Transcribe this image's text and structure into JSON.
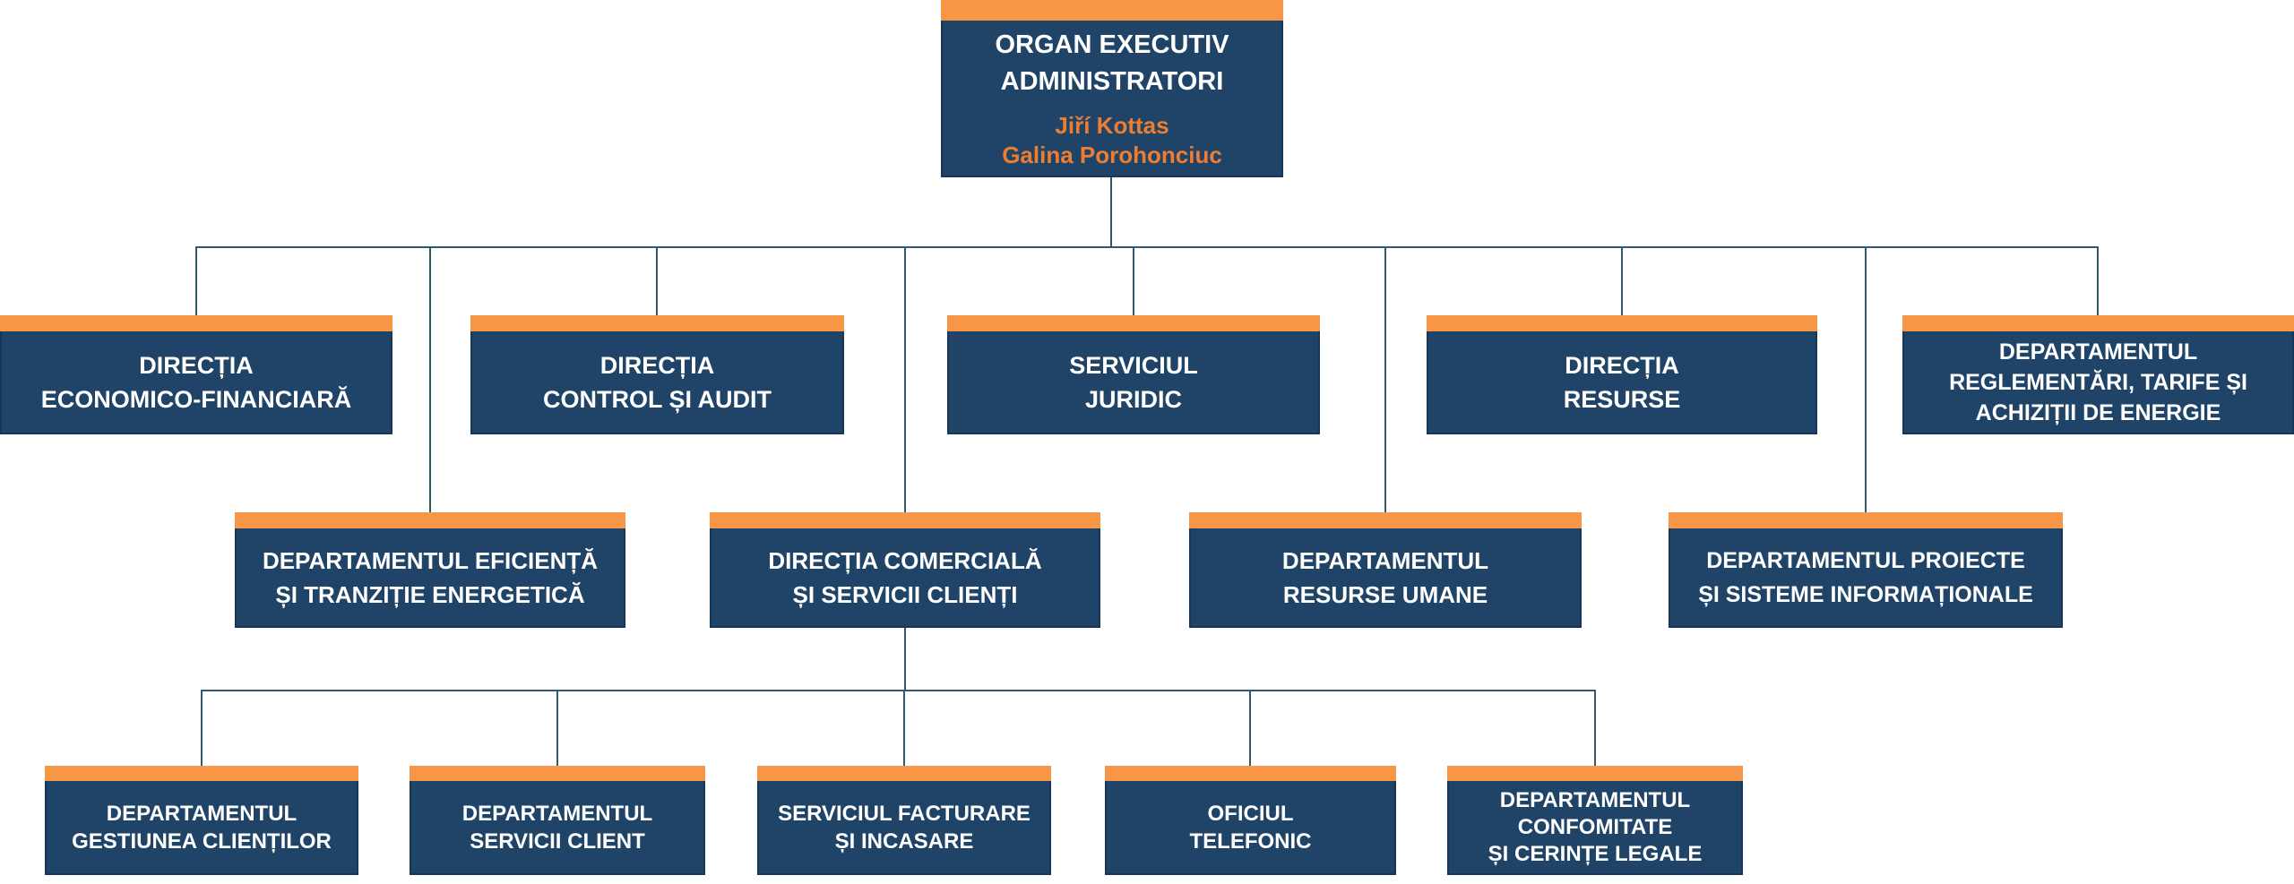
{
  "diagram": {
    "type": "org-chart",
    "root": {
      "id": "organ-executiv",
      "lines": [
        "ORGAN EXECUTIV",
        "ADMINISTRATORI"
      ],
      "people": [
        "Jiří Kottas",
        "Galina Porohonciuc"
      ]
    },
    "row1": [
      {
        "id": "dir-economico-financiara",
        "lines": [
          "DIRECȚIA",
          "ECONOMICO-FINANCIARĂ"
        ]
      },
      {
        "id": "dir-control-audit",
        "lines": [
          "DIRECȚIA",
          "CONTROL ȘI AUDIT"
        ]
      },
      {
        "id": "serviciul-juridic",
        "lines": [
          "SERVICIUL",
          "JURIDIC"
        ]
      },
      {
        "id": "dir-resurse",
        "lines": [
          "DIRECȚIA",
          "RESURSE"
        ]
      },
      {
        "id": "dep-reglementari-tarife-achizitii",
        "lines": [
          "DEPARTAMENTUL",
          "REGLEMENTĂRI, TARIFE ȘI",
          "ACHIZIȚII DE ENERGIE"
        ]
      }
    ],
    "row2": [
      {
        "id": "dep-eficienta-tranzitie",
        "lines": [
          "DEPARTAMENTUL EFICIENȚĂ",
          "ȘI TRANZIȚIE ENERGETICĂ"
        ]
      },
      {
        "id": "dir-comerciala-servicii-clienti",
        "lines": [
          "DIRECȚIA COMERCIALĂ",
          "ȘI SERVICII CLIENȚI"
        ]
      },
      {
        "id": "dep-resurse-umane",
        "lines": [
          "DEPARTAMENTUL",
          "RESURSE UMANE"
        ]
      },
      {
        "id": "dep-proiecte-sisteme",
        "lines": [
          "DEPARTAMENTUL PROIECTE",
          "ȘI SISTEME INFORMAȚIONALE"
        ]
      }
    ],
    "row3": [
      {
        "id": "dep-gestiunea-clientilor",
        "lines": [
          "DEPARTAMENTUL",
          "GESTIUNEA CLIENȚILOR"
        ]
      },
      {
        "id": "dep-servicii-client",
        "lines": [
          "DEPARTAMENTUL",
          "SERVICII CLIENT"
        ]
      },
      {
        "id": "serv-facturare-incasare",
        "lines": [
          "SERVICIUL FACTURARE",
          "ȘI INCASARE"
        ]
      },
      {
        "id": "oficiul-telefonic",
        "lines": [
          "OFICIUL",
          "TELEFONIC"
        ]
      },
      {
        "id": "dep-confomitate-cerinte-legale",
        "lines": [
          "DEPARTAMENTUL",
          "CONFOMITATE",
          "ȘI CERINȚE LEGALE"
        ]
      }
    ],
    "edges": [
      [
        "organ-executiv",
        "dir-economico-financiara"
      ],
      [
        "organ-executiv",
        "dir-control-audit"
      ],
      [
        "organ-executiv",
        "serviciul-juridic"
      ],
      [
        "organ-executiv",
        "dir-resurse"
      ],
      [
        "organ-executiv",
        "dep-reglementari-tarife-achizitii"
      ],
      [
        "organ-executiv",
        "dep-eficienta-tranzitie"
      ],
      [
        "organ-executiv",
        "dir-comerciala-servicii-clienti"
      ],
      [
        "organ-executiv",
        "dep-resurse-umane"
      ],
      [
        "organ-executiv",
        "dep-proiecte-sisteme"
      ],
      [
        "dir-comerciala-servicii-clienti",
        "dep-gestiunea-clientilor"
      ],
      [
        "dir-comerciala-servicii-clienti",
        "dep-servicii-client"
      ],
      [
        "dir-comerciala-servicii-clienti",
        "serv-facturare-incasare"
      ],
      [
        "dir-comerciala-servicii-clienti",
        "oficiul-telefonic"
      ],
      [
        "dir-comerciala-servicii-clienti",
        "dep-confomitate-cerinte-legale"
      ]
    ]
  },
  "colors": {
    "accent-orange": "#F79646",
    "panel-navy": "#1F4468",
    "panel-border": "#16375C",
    "connector": "#31596E",
    "name-orange": "#ED7D31",
    "text-white": "#FFFFFF"
  }
}
